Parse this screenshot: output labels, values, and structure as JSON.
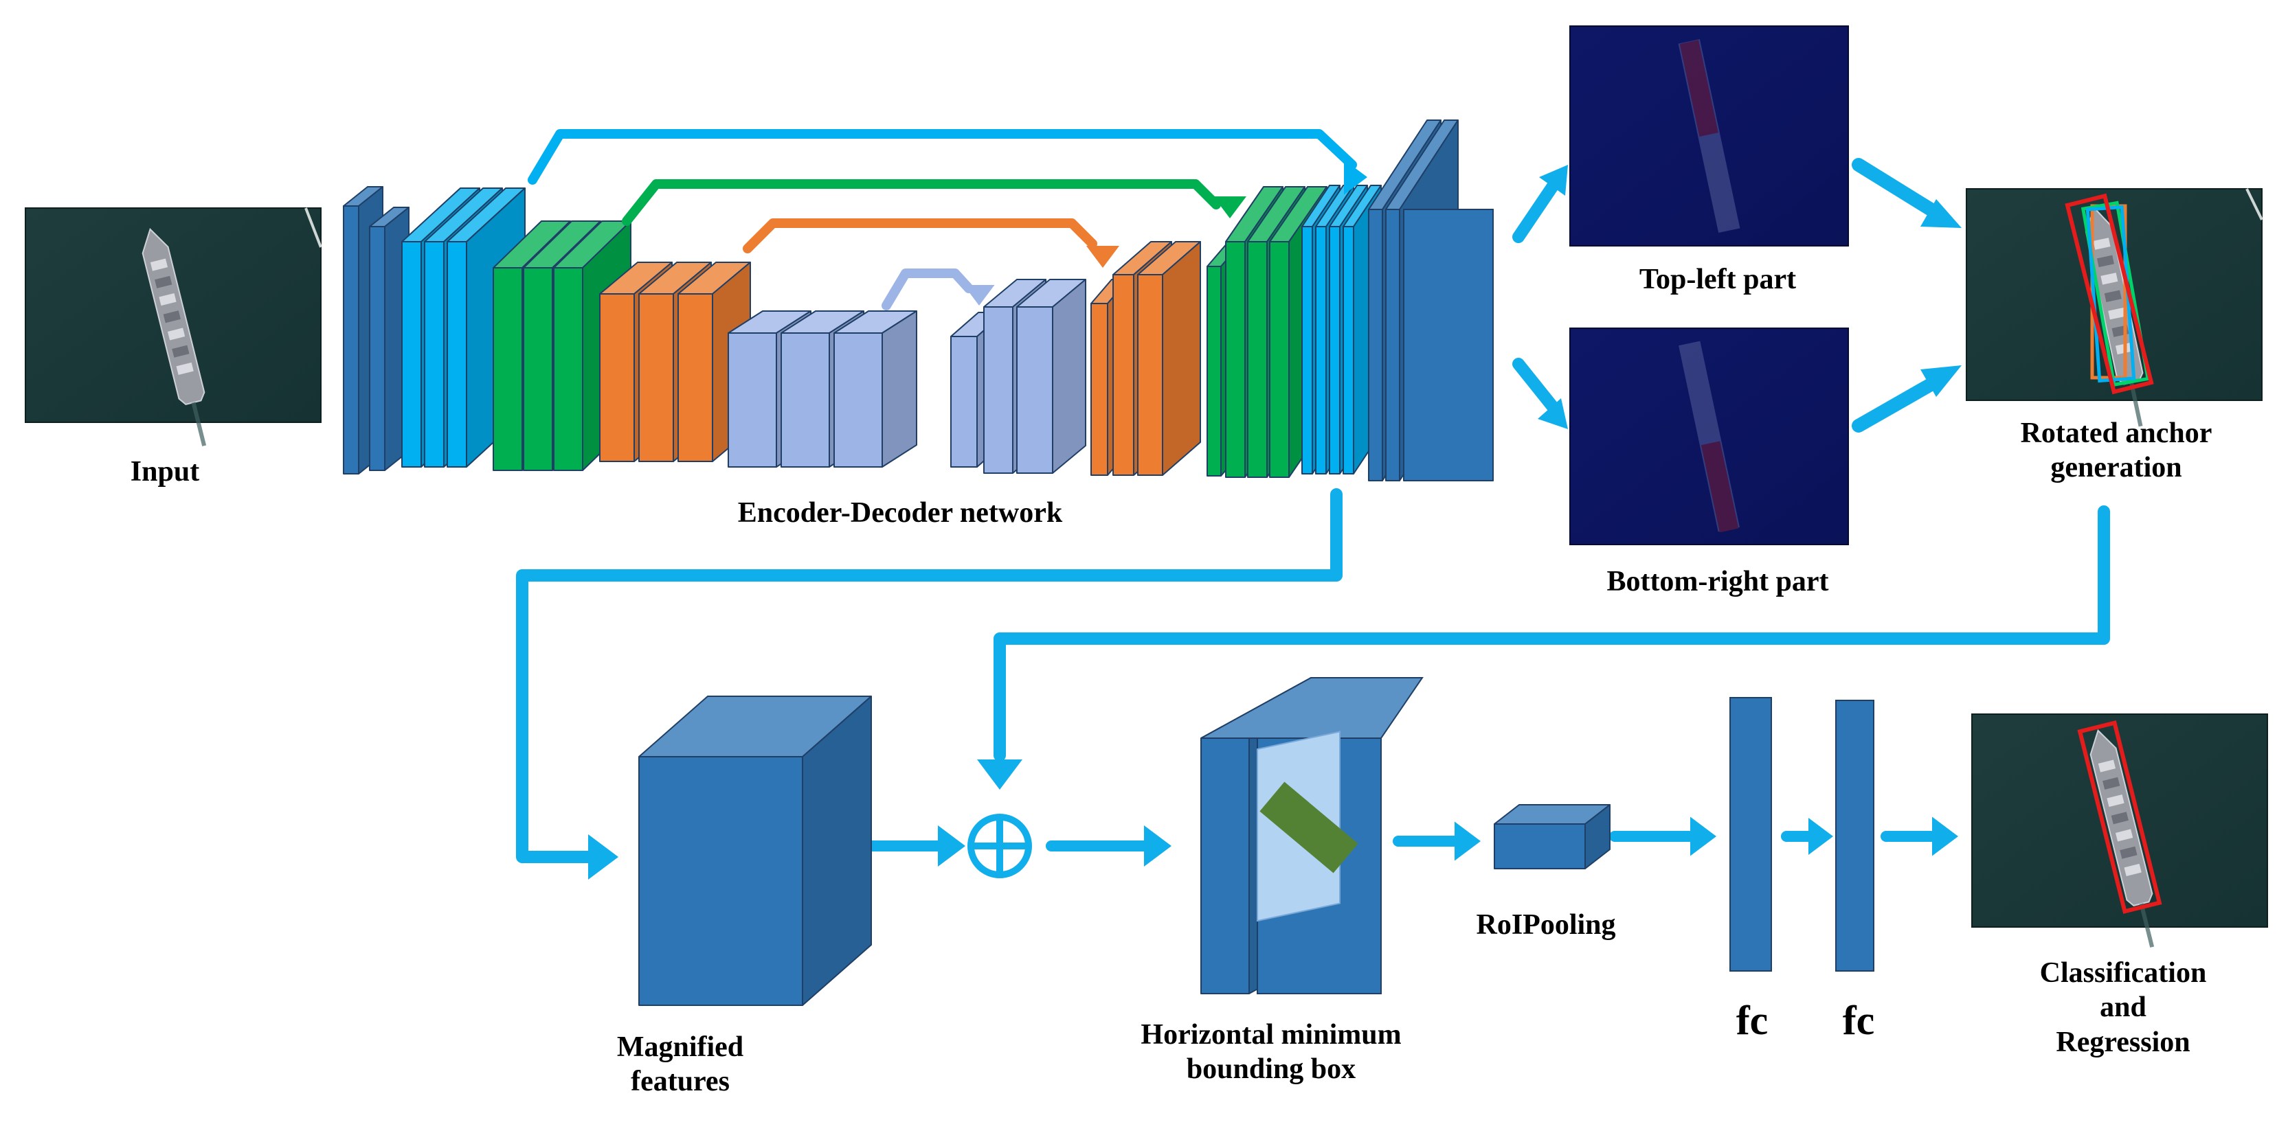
{
  "labels": {
    "input": "Input",
    "encoder_decoder": "Encoder-Decoder network",
    "top_left": "Top-left part",
    "bottom_right": "Bottom-right part",
    "rotated_anchor": [
      "Rotated anchor",
      "generation"
    ],
    "magnified": [
      "Magnified",
      "features"
    ],
    "hmbb": [
      "Horizontal minimum",
      "bounding box"
    ],
    "roipooling": "RoIPooling",
    "fc1": "fc",
    "fc2": "fc",
    "classification": [
      "Classification",
      "and",
      "Regression"
    ]
  },
  "symbols": {
    "fusion": "circle-plus-icon"
  },
  "colors": {
    "layer_dark": "#2e75b6",
    "layer_cyan": "#00b0f0",
    "layer_green": "#00b050",
    "layer_orange": "#ed7d31",
    "layer_lavender": "#9db4e6",
    "arrow": "#10aeeb",
    "sat_bg": "#1d3a3a",
    "heat_bg": "#0c1563",
    "heat_red": "#b22222"
  }
}
